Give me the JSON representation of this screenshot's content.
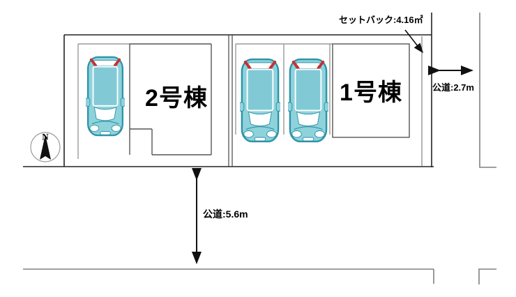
{
  "diagram": {
    "type": "real-estate-site-plan",
    "buildings": [
      {
        "label": "1号棟"
      },
      {
        "label": "2号棟"
      }
    ],
    "dimensions": {
      "setback_label": "セットバック:4.16㎡",
      "road_south_label": "公道:5.6m",
      "road_east_label": "公道:2.7m"
    },
    "compass": {
      "north_label": "N"
    },
    "parking": {
      "car_count": 3
    }
  },
  "colors": {
    "background": "#ffffff",
    "line_dark": "#222222",
    "line_gray": "#808080",
    "building_outline": "#555555",
    "car_body": "#8ed2dc",
    "car_roof": "#82c9d6",
    "car_outline": "#2e93a6",
    "tail_light_red": "#c92f2f",
    "text": "#000000"
  }
}
